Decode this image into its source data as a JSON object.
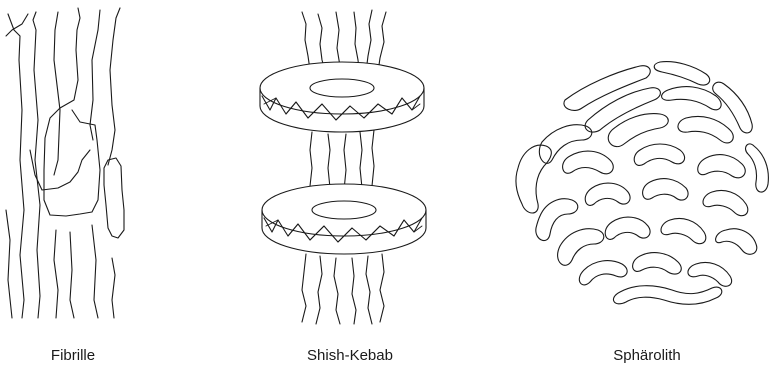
{
  "captions": {
    "fibrille": "Fibrille",
    "shish_kebab": "Shish-Kebab",
    "sphaerolith": "Sphärolith"
  },
  "colors": {
    "line": "#1a1a1a",
    "background": "#ffffff"
  },
  "structures": [
    "fibril",
    "shish-kebab",
    "spherulite"
  ]
}
